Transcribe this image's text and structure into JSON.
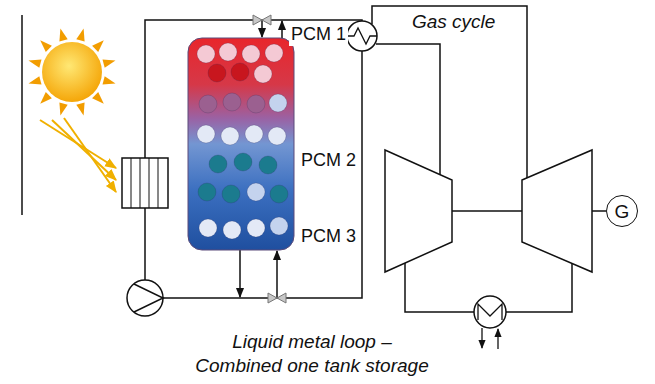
{
  "diagram": {
    "caption": "Liquid metal loop – Combined one tank storage",
    "nodes": [
      {
        "text": [
          "G"
        ]
      }
    ],
    "labels": [
      "PCM 1",
      "PCM 2",
      "PCM 3",
      "Gas cycle"
    ]
  }
}
